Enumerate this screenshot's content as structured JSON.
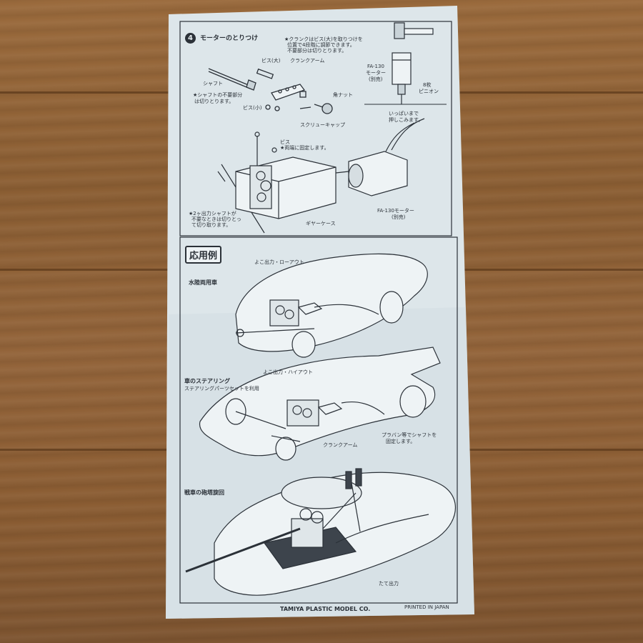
{
  "step": {
    "number": "4",
    "title": "モーターのとりつけ",
    "notes": {
      "crank": "★クランクはビス(大)を取りつけを",
      "crank2": "位置で4段階に調節できます。",
      "crank3": "不要部分は切りとります。",
      "screw_large": "ビス(大)",
      "crank_arm": "クランクアーム",
      "shaft": "シャフト",
      "shaft_cut": "★シャフトの不要部分",
      "shaft_cut2": "は切りとります。",
      "screw_small": "ビス(小)",
      "nut": "角ナット",
      "screw_cap": "スクリューキャップ",
      "screw": "ビス",
      "screw_fix": "★両端に固定します。",
      "two_shaft": "★2ヶ出力シャフトが",
      "two_shaft2": "不要なときは切りとっ",
      "two_shaft3": "て切り取ります。",
      "gear_case": "ギヤーケース",
      "motor": "FA-130モーター",
      "motor_sold": "(別売)",
      "inset_motor": "FA-130",
      "inset_motor2": "モーター",
      "inset_sold": "(別売)",
      "pinion": "8枚",
      "pinion2": "ピニオン",
      "push": "いっぱいまで",
      "push2": "押しこみます。"
    }
  },
  "applications": {
    "title": "応用例",
    "amphibious": {
      "label": "水陸両用車",
      "callout": "よこ出力・ローアウト"
    },
    "steering": {
      "label": "車のステアリング",
      "sub": "ステアリングパーツセットを利用",
      "callout": "よこ出力・ハイアウト",
      "crank_arm": "クランクアーム",
      "plate_note": "プラバン等でシャフトを",
      "plate_note2": "固定します。"
    },
    "tank": {
      "label": "戦車の砲塔旋回",
      "callout": "たて出力"
    }
  },
  "footer": {
    "brand": "TAMIYA PLASTIC MODEL CO.",
    "printed": "PRINTED IN JAPAN"
  },
  "colors": {
    "paper": "#dde6ea",
    "ink": "#2b3138",
    "wood": "#8b5e33"
  }
}
